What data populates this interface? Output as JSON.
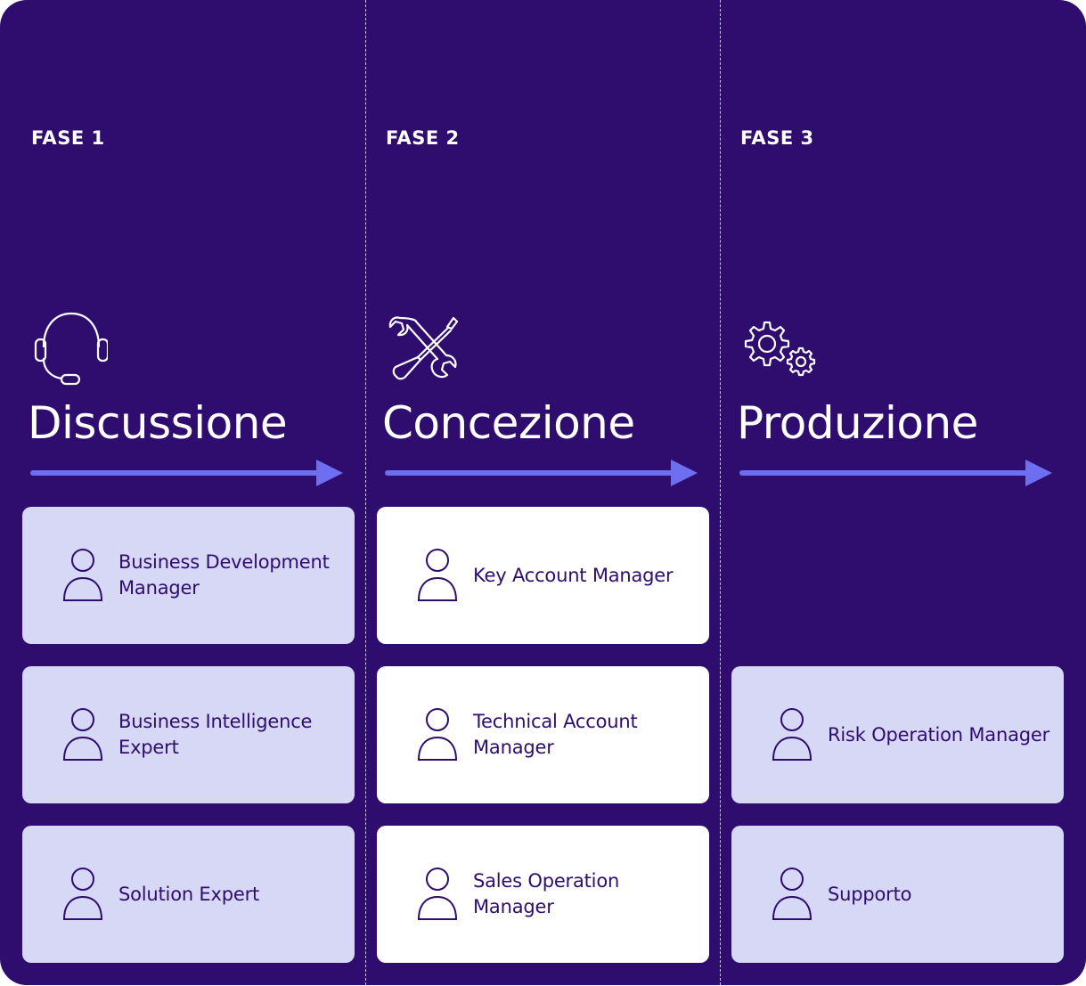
{
  "colors": {
    "background": "#2e0d6f",
    "arrow": "#6e6ef0",
    "card_light": "#d7d7f6",
    "card_white": "#ffffff",
    "text_dark": "#2e0d6f"
  },
  "phases": [
    {
      "label": "FASE 1",
      "title": "Discussione",
      "icon": "headset-icon",
      "cards": [
        {
          "label": "Business Development Manager",
          "style": "light"
        },
        {
          "label": "Business Intelligence Expert",
          "style": "light"
        },
        {
          "label": "Solution Expert",
          "style": "light"
        }
      ]
    },
    {
      "label": "FASE 2",
      "title": "Concezione",
      "icon": "tools-icon",
      "cards": [
        {
          "label": "Key Account Manager",
          "style": "white"
        },
        {
          "label": "Technical Account Manager",
          "style": "white"
        },
        {
          "label": "Sales Operation Manager",
          "style": "white"
        }
      ]
    },
    {
      "label": "FASE 3",
      "title": "Produzione",
      "icon": "gears-icon",
      "cards": [
        {
          "label": "Risk Operation Manager",
          "style": "light"
        },
        {
          "label": "Supporto",
          "style": "light"
        }
      ]
    }
  ]
}
